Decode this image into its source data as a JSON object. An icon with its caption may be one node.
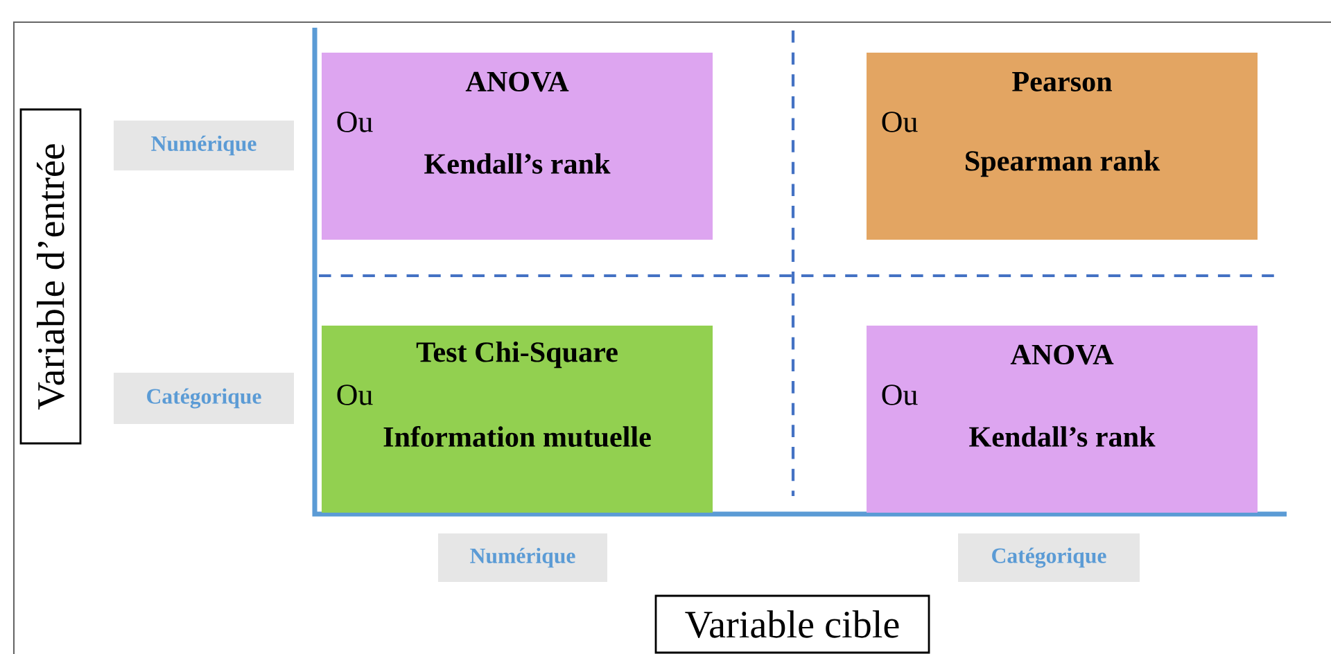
{
  "diagram": {
    "nodes": [
      {
        "text": [
          "Variable d’entrée"
        ]
      },
      {
        "text": [
          "Numérique"
        ]
      },
      {
        "text": [
          "ANOVA",
          "Ou",
          "Kendall’s rank"
        ]
      },
      {
        "text": [
          "Pearson",
          "Ou",
          "Spearman rank"
        ]
      },
      {
        "text": [
          "Catégorique"
        ]
      },
      {
        "text": [
          "Test Chi-Square",
          "Ou",
          "Information mutuelle"
        ]
      },
      {
        "text": [
          "ANOVA",
          "Ou",
          "Kendall’s rank"
        ]
      },
      {
        "text": [
          "Numérique"
        ]
      },
      {
        "text": [
          "Catégorique"
        ]
      },
      {
        "text": [
          "Variable cible"
        ]
      }
    ]
  }
}
